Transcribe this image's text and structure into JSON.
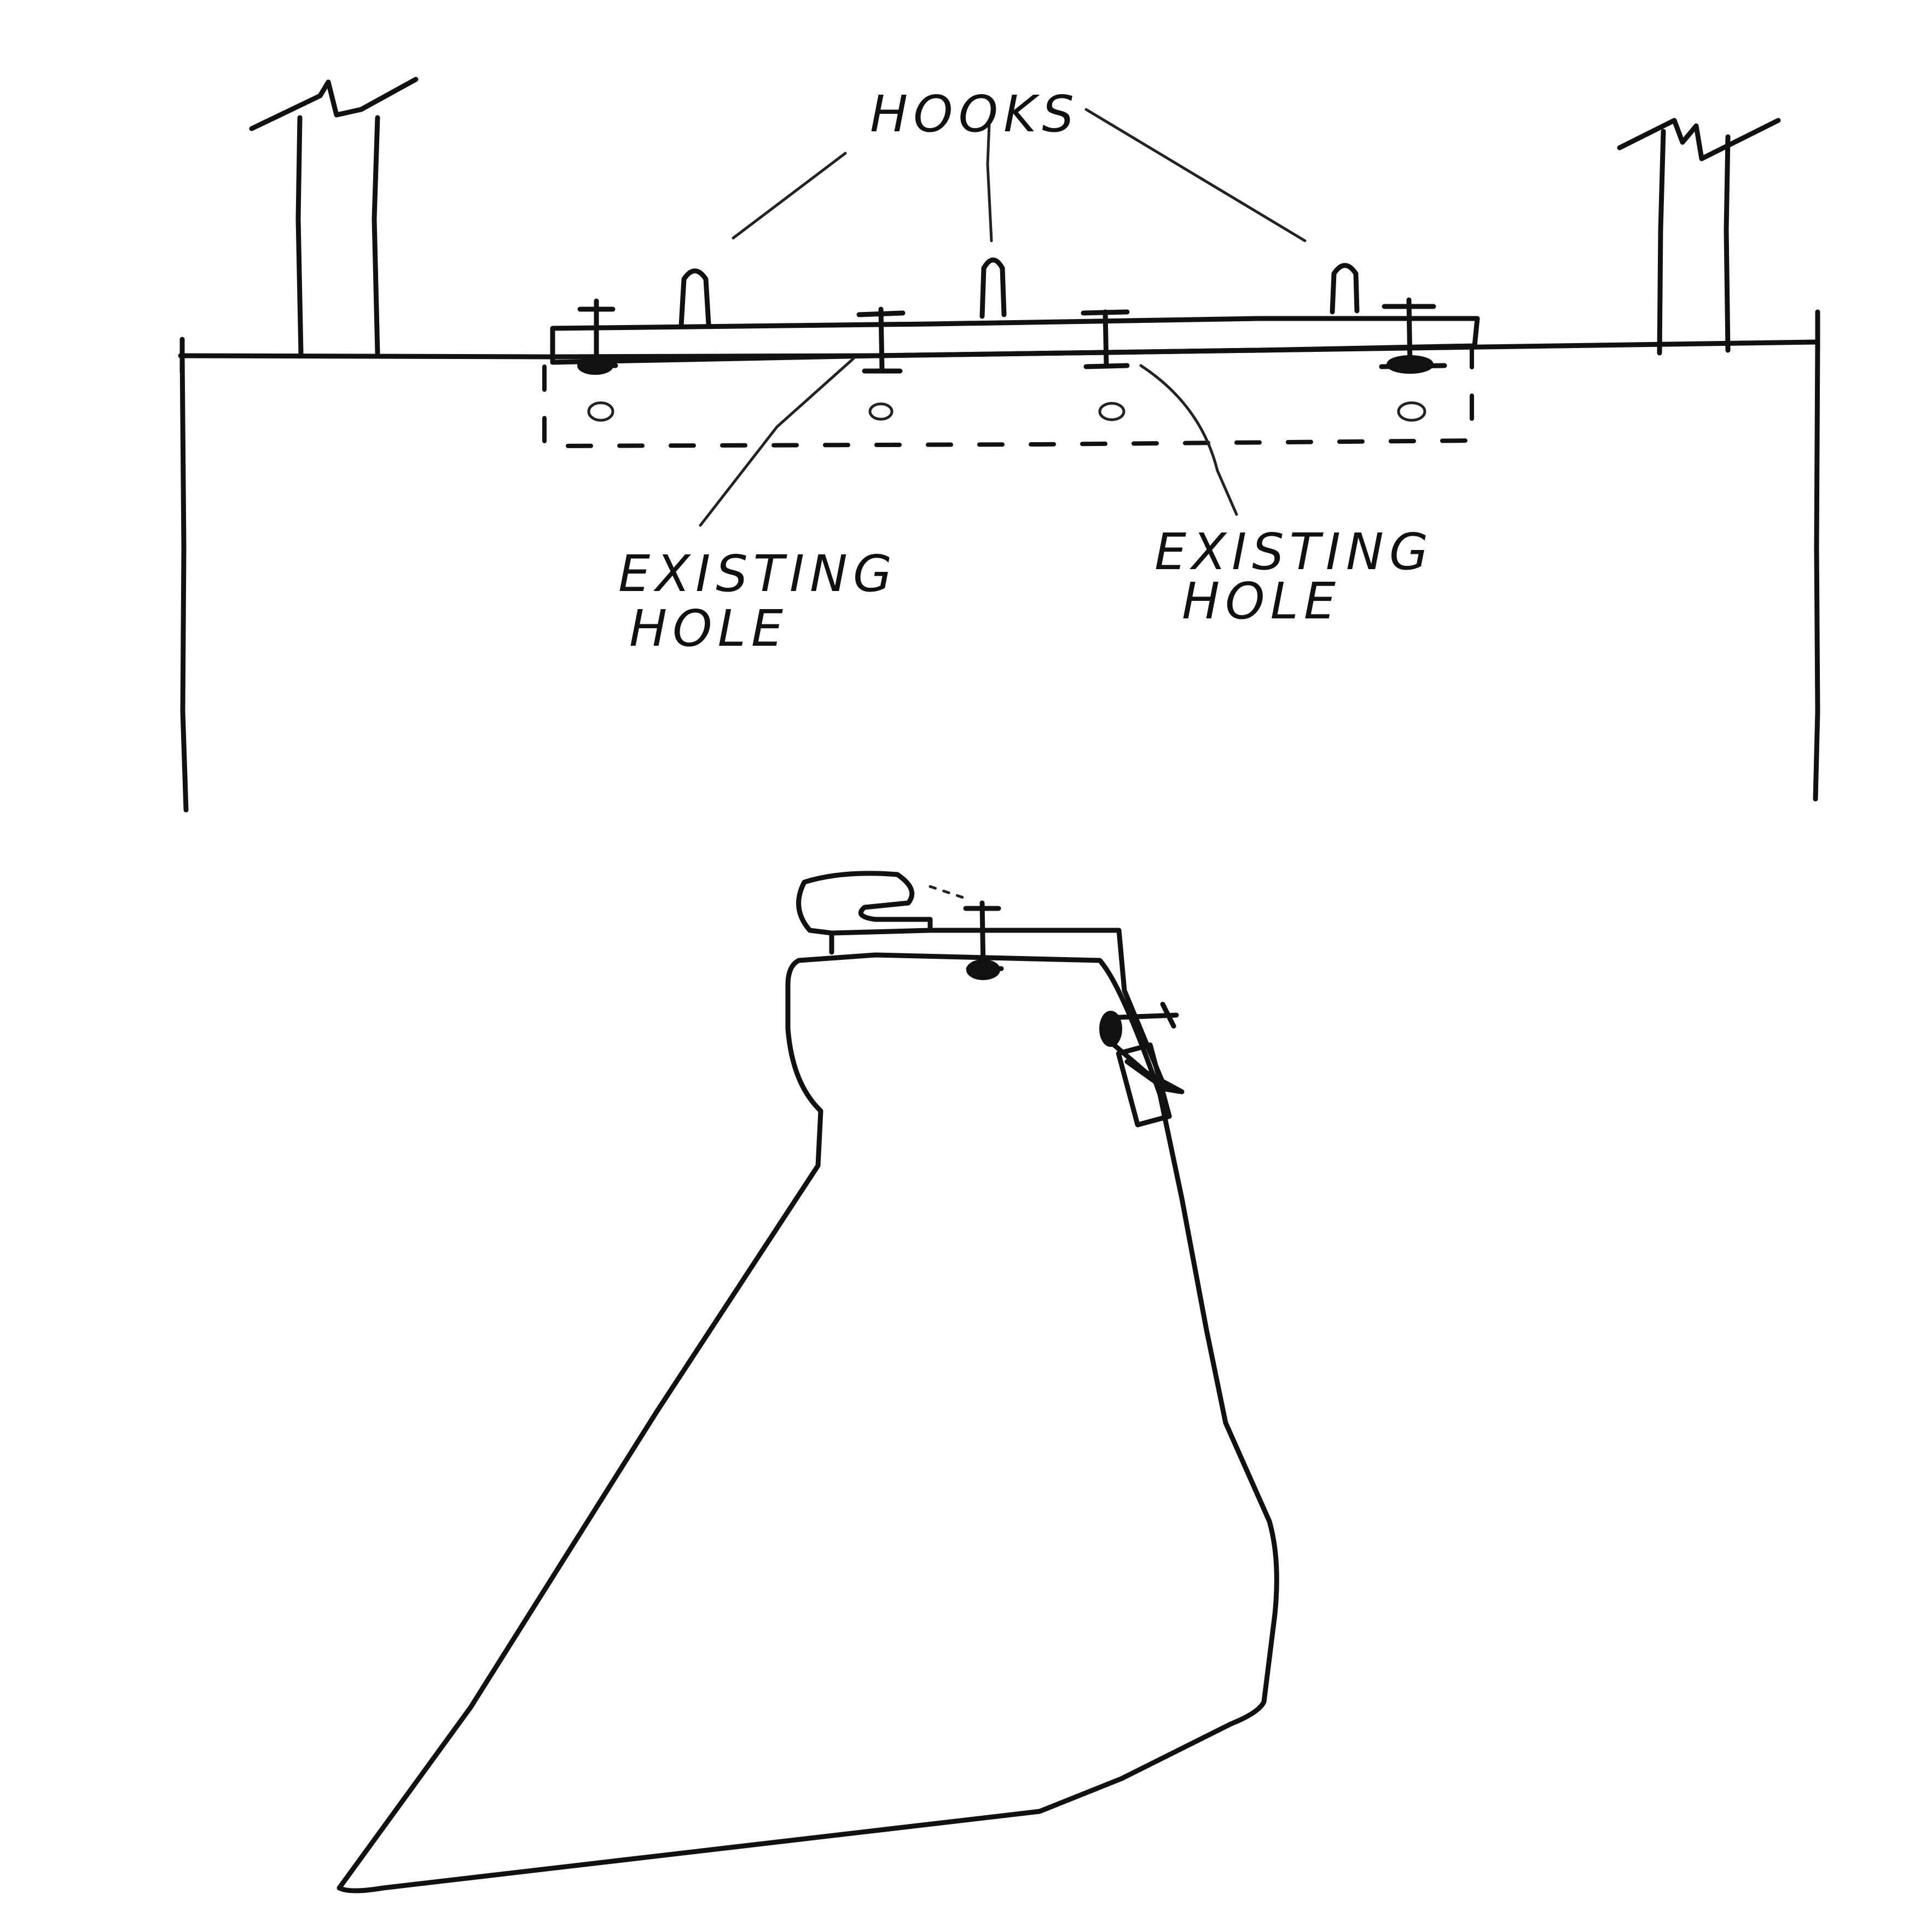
{
  "labels": {
    "hooks": "HOOKS",
    "existing_hole_left_line1": "EXISTING",
    "existing_hole_left_line2": "HOLE",
    "existing_hole_right_line1": "EXISTING",
    "existing_hole_right_line2": "HOLE"
  },
  "colors": {
    "ink": "#111111",
    "paper": "#ffffff"
  }
}
